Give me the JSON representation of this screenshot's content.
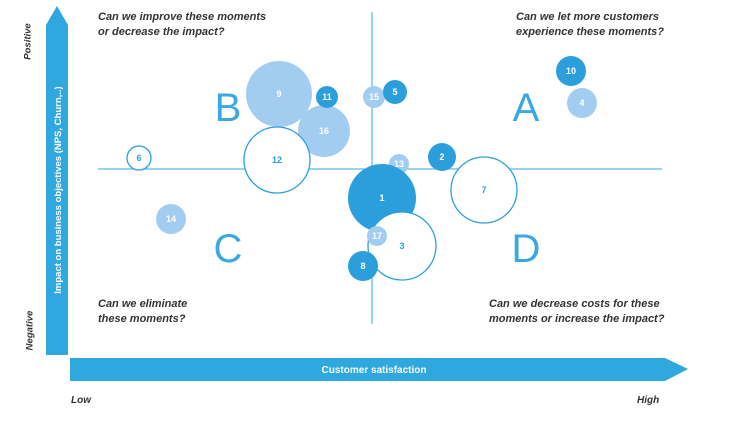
{
  "quadrant_questions": {
    "top_left": [
      "Can we improve these moments",
      "or decrease the impact?"
    ],
    "top_right": [
      "Can we let more customers",
      "experience these moments?"
    ],
    "bottom_left": [
      "Can we eliminate",
      "these moments?"
    ],
    "bottom_right": [
      "Can we decrease costs for these",
      "moments or increase the impact?"
    ]
  },
  "quadrant_letters": {
    "A": "A",
    "B": "B",
    "C": "C",
    "D": "D"
  },
  "y_axis": {
    "label": "Impact on business objectives (NPS, Churn,..)",
    "top": "Positive",
    "bottom": "Negative"
  },
  "x_axis": {
    "label": "Customer satisfaction",
    "left": "Low",
    "right": "High"
  },
  "colors": {
    "axis": "#2fa8e0",
    "dark_fill": "#2b9fdc",
    "light_fill": "#a3cdf0",
    "outline": "#2b9fdc",
    "letters": "#3aa8e2"
  },
  "moments": [
    {
      "id": "1",
      "style": "dark"
    },
    {
      "id": "2",
      "style": "dark"
    },
    {
      "id": "3",
      "style": "outline"
    },
    {
      "id": "4",
      "style": "light"
    },
    {
      "id": "5",
      "style": "dark"
    },
    {
      "id": "6",
      "style": "outline"
    },
    {
      "id": "7",
      "style": "outline"
    },
    {
      "id": "8",
      "style": "dark"
    },
    {
      "id": "9",
      "style": "light"
    },
    {
      "id": "10",
      "style": "dark"
    },
    {
      "id": "11",
      "style": "dark"
    },
    {
      "id": "12",
      "style": "outline"
    },
    {
      "id": "13",
      "style": "light"
    },
    {
      "id": "14",
      "style": "light"
    },
    {
      "id": "15",
      "style": "light"
    },
    {
      "id": "16",
      "style": "light"
    },
    {
      "id": "17",
      "style": "light"
    }
  ]
}
